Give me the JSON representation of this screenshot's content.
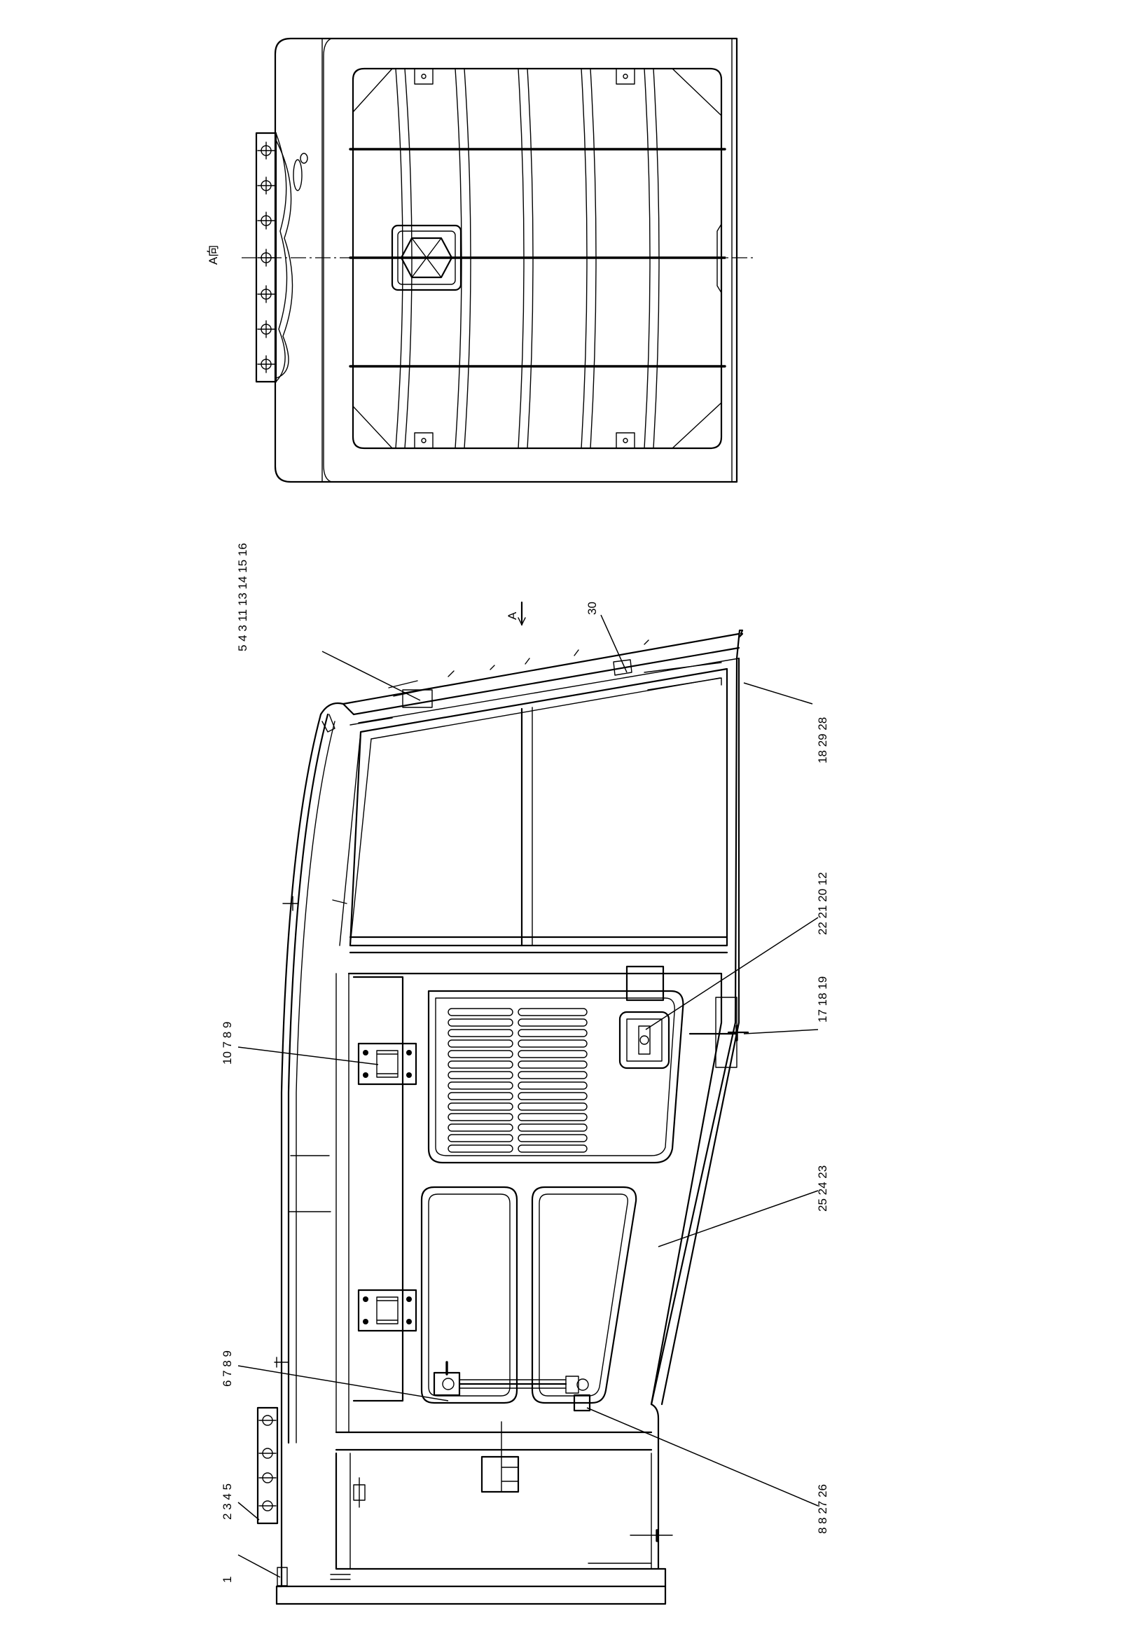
{
  "view": {
    "name": "A向",
    "section_marker": "A"
  },
  "callouts": [
    {
      "id": "g-1",
      "rows": [
        "1"
      ]
    },
    {
      "id": "g-2",
      "rows": [
        "2 3 4 5"
      ]
    },
    {
      "id": "g-3",
      "rows": [
        "6 7 8 9"
      ]
    },
    {
      "id": "g-4",
      "rows": [
        "10 7 8 9"
      ]
    },
    {
      "id": "g-5",
      "rows": [
        "5 4 3 11 13 14 15 16"
      ]
    },
    {
      "id": "g-6",
      "rows": [
        "30"
      ]
    },
    {
      "id": "g-7",
      "rows": [
        "18 29 28"
      ]
    },
    {
      "id": "g-8",
      "rows": [
        "22 21 20 12"
      ]
    },
    {
      "id": "g-9",
      "rows": [
        "17 18 19"
      ]
    },
    {
      "id": "g-10",
      "rows": [
        "25 24 23"
      ]
    },
    {
      "id": "g-11",
      "rows": [
        "8 8 27 26"
      ]
    }
  ]
}
